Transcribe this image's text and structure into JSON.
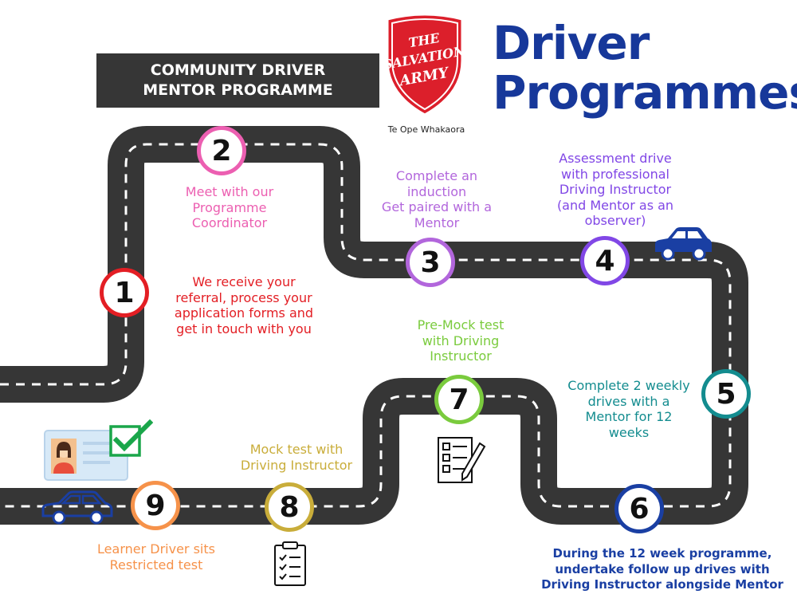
{
  "header": {
    "banner_line1": "COMMUNITY DRIVER",
    "banner_line2": "MENTOR PROGRAMME",
    "title_line1": "Driver",
    "title_line2": "Programmes",
    "tagline": "Te Ope Whakaora",
    "logo_text_line1": "THE",
    "logo_text_line2": "SALVATION",
    "logo_text_line3": "ARMY"
  },
  "colors": {
    "road": "#363636",
    "brand_blue": "#17389a",
    "logo_red": "#dc1f2b"
  },
  "steps": [
    {
      "number": "1",
      "color": "#e31e24",
      "label": [
        "We receive your",
        "referral, process your",
        "application forms and",
        "get in touch with you"
      ]
    },
    {
      "number": "2",
      "color": "#ec5fb1",
      "label": [
        "Meet with our",
        "Programme",
        "Coordinator"
      ]
    },
    {
      "number": "3",
      "color": "#b266dc",
      "label": [
        "Complete an",
        "induction",
        "Get paired with a",
        "Mentor"
      ]
    },
    {
      "number": "4",
      "color": "#8147e6",
      "label": [
        "Assessment drive",
        "with professional",
        "Driving Instructor",
        "(and Mentor as an",
        "observer)"
      ]
    },
    {
      "number": "5",
      "color": "#138c8f",
      "label": [
        "Complete 2 weekly",
        "drives with a",
        "Mentor for 12",
        "weeks"
      ]
    },
    {
      "number": "6",
      "color": "#1a3fa3",
      "label": [
        "During the 12 week programme,",
        "undertake follow up drives with",
        "Driving Instructor alongside Mentor"
      ]
    },
    {
      "number": "7",
      "color": "#7acb3d",
      "label": [
        "Pre-Mock test",
        "with Driving",
        "Instructor"
      ]
    },
    {
      "number": "8",
      "color": "#c9ad3a",
      "label": [
        "Mock test with",
        "Driving Instructor"
      ]
    },
    {
      "number": "9",
      "color": "#f6924a",
      "label": [
        "Learner Driver sits",
        "Restricted test"
      ]
    }
  ],
  "icons": {
    "car_right": "car-icon",
    "car_left": "car-icon",
    "licence": "licence-card-icon",
    "checkmark": "checkmark-icon",
    "clipboard_7": "clipboard-checklist-icon",
    "clipboard_8": "clipboard-checklist-icon"
  }
}
